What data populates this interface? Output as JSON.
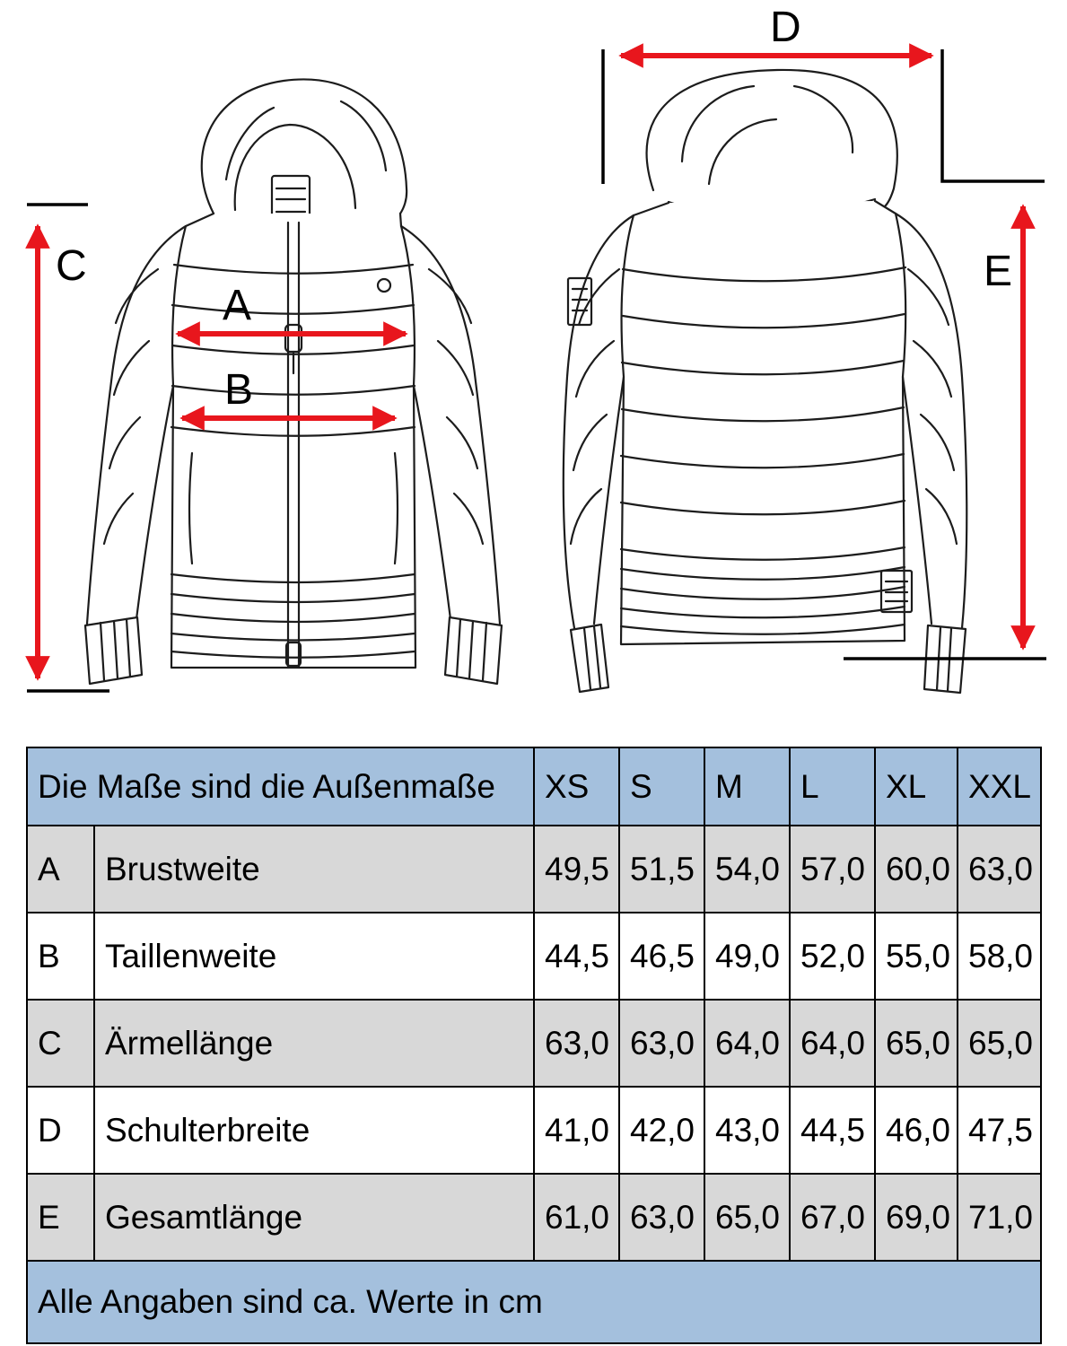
{
  "diagram": {
    "labels": {
      "A": "A",
      "B": "B",
      "C": "C",
      "D": "D",
      "E": "E"
    },
    "arrow_color": "#e8161d"
  },
  "table": {
    "title": "Die Maße sind die Außenmaße",
    "sizes": [
      "XS",
      "S",
      "M",
      "L",
      "XL",
      "XXL"
    ],
    "rows": [
      {
        "key": "A",
        "name": "Brustweite",
        "values": [
          "49,5",
          "51,5",
          "54,0",
          "57,0",
          "60,0",
          "63,0"
        ]
      },
      {
        "key": "B",
        "name": "Taillenweite",
        "values": [
          "44,5",
          "46,5",
          "49,0",
          "52,0",
          "55,0",
          "58,0"
        ]
      },
      {
        "key": "C",
        "name": "Ärmellänge",
        "values": [
          "63,0",
          "63,0",
          "64,0",
          "64,0",
          "65,0",
          "65,0"
        ]
      },
      {
        "key": "D",
        "name": "Schulterbreite",
        "values": [
          "41,0",
          "42,0",
          "43,0",
          "44,5",
          "46,0",
          "47,5"
        ]
      },
      {
        "key": "E",
        "name": "Gesamtlänge",
        "values": [
          "61,0",
          "63,0",
          "65,0",
          "67,0",
          "69,0",
          "71,0"
        ]
      }
    ],
    "footer": "Alle Angaben sind ca. Werte in cm"
  },
  "colors": {
    "header_bg": "#a4c0dd",
    "row_alt_bg": "#d8d8d8",
    "row_bg": "#ffffff",
    "border": "#000000",
    "arrow_red": "#e8161d"
  }
}
